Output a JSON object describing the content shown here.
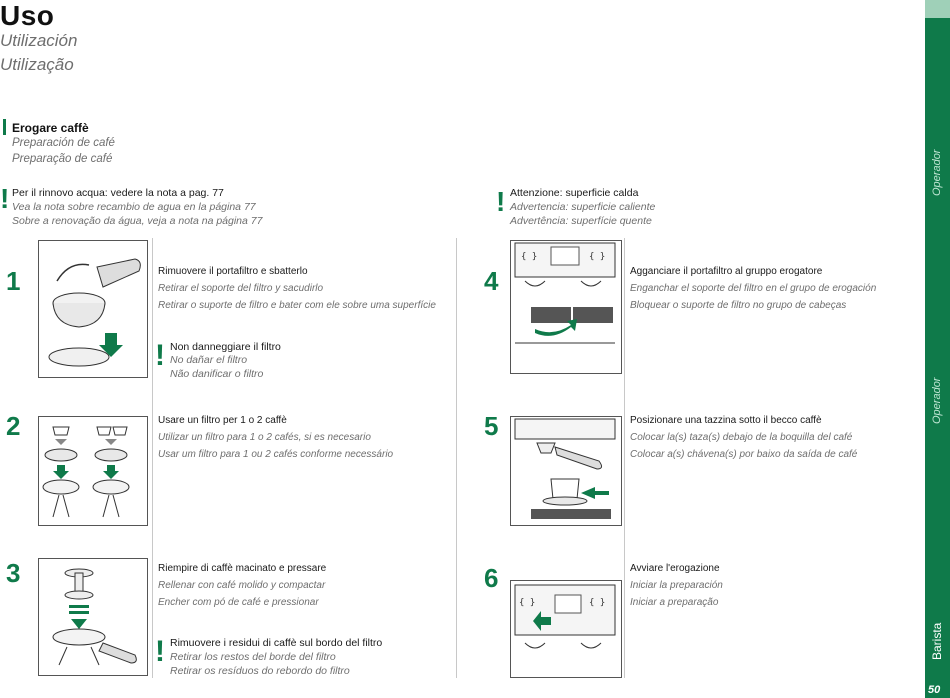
{
  "header": {
    "title": "Uso",
    "subtitle_es": "Utilización",
    "subtitle_pt": "Utilização"
  },
  "section": {
    "title": "Erogare caffè",
    "title_es": "Preparación de café",
    "title_pt": "Preparação de café"
  },
  "note_water": {
    "it": "Per il rinnovo acqua: vedere la nota a pag. 77",
    "es": "Vea la nota sobre recambio de agua en la página 77",
    "pt": "Sobre a renovação da água, veja a nota na página 77"
  },
  "note_hot": {
    "it": "Attenzione: superficie calda",
    "es": "Advertencia: superficie caliente",
    "pt": "Advertência: superfície quente"
  },
  "steps": [
    {
      "num": "1",
      "it": "Rimuovere il portafiltro e sbatterlo",
      "es": "Retirar el soporte del filtro y sacudirlo",
      "pt": "Retirar o suporte de filtro e bater com ele sobre uma superfície"
    },
    {
      "num": "2",
      "it": "Usare un filtro per 1 o 2 caffè",
      "es": "Utilizar un filtro para 1 o 2 cafés, si es necesario",
      "pt": "Usar um filtro para 1 ou 2 cafés conforme necessário"
    },
    {
      "num": "3",
      "it": "Riempire di caffè macinato e pressare",
      "es": "Rellenar con café molido y compactar",
      "pt": "Encher com pó de café e pressionar"
    },
    {
      "num": "4",
      "it": "Agganciare il portafiltro al gruppo erogatore",
      "es": "Enganchar el soporte del filtro en el grupo de erogación",
      "pt": "Bloquear o suporte de filtro no grupo de cabeças"
    },
    {
      "num": "5",
      "it": "Posizionare una tazzina sotto il becco caffè",
      "es": "Colocar la(s) taza(s) debajo de la boquilla del café",
      "pt": "Colocar a(s) chávena(s) por baixo da saída de café"
    },
    {
      "num": "6",
      "it": "Avviare l'erogazione",
      "es": "Iniciar la preparación",
      "pt": "Iniciar a preparação"
    }
  ],
  "warn_filter": {
    "it": "Non danneggiare il filtro",
    "es": "No dañar el filtro",
    "pt": "Não danificar o filtro"
  },
  "warn_residue": {
    "it": "Rimuovere i residui di caffè sul bordo del filtro",
    "es": "Retirar los restos del borde del filtro",
    "pt": "Retirar os resíduos do rebordo do filtro"
  },
  "sidebar": {
    "label_operador_1": "Operador",
    "label_operador_2": "Operador",
    "label_barista": "Barista",
    "page": "50"
  },
  "exclaim": "!",
  "colors": {
    "accent": "#0f7a4a",
    "sidebar_light": "#9fd0b8"
  }
}
